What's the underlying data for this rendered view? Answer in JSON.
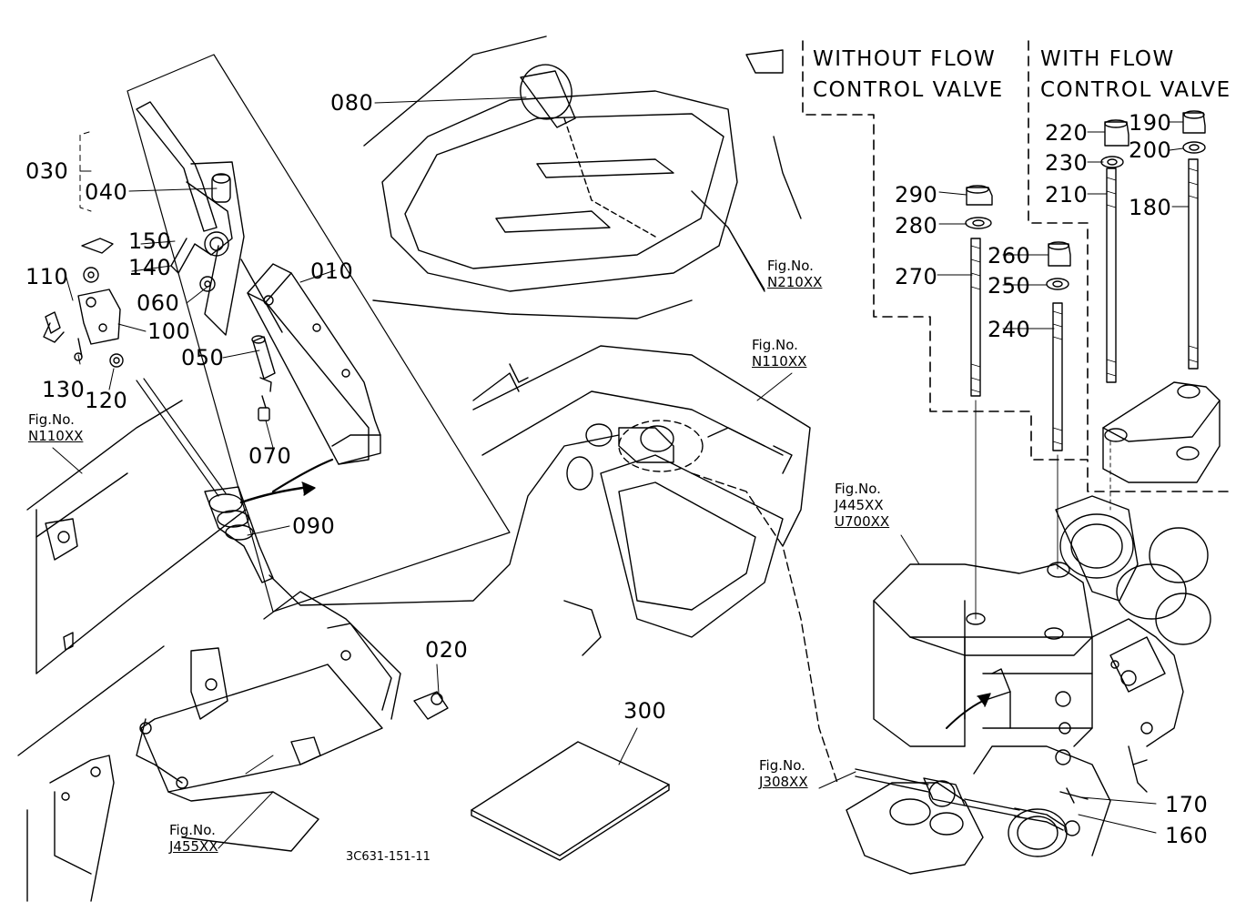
{
  "headers": {
    "without_line1": "WITHOUT FLOW",
    "without_line2": "CONTROL VALVE",
    "with_line1": "WITH FLOW",
    "with_line2": "CONTROL VALVE"
  },
  "part_labels": {
    "p010": "010",
    "p020": "020",
    "p030": "030",
    "p040": "040",
    "p050": "050",
    "p060": "060",
    "p070": "070",
    "p080": "080",
    "p090": "090",
    "p100": "100",
    "p110": "110",
    "p120": "120",
    "p130": "130",
    "p140": "140",
    "p150": "150",
    "p160": "160",
    "p170": "170",
    "p180": "180",
    "p190": "190",
    "p200": "200",
    "p210": "210",
    "p220": "220",
    "p230": "230",
    "p240": "240",
    "p250": "250",
    "p260": "260",
    "p270": "270",
    "p280": "280",
    "p290": "290",
    "p300": "300"
  },
  "figure_refs": {
    "fig_label": "Fig.No.",
    "n210": "N210XX",
    "n110_center": "N110XX",
    "n110_left": "N110XX",
    "j445": "J445XX",
    "u700": "U700XX",
    "j308": "J308XX",
    "j455": "J455XX"
  },
  "drawing_number": "3C631-151-11",
  "colors": {
    "ink": "#000000",
    "paper": "#ffffff"
  }
}
